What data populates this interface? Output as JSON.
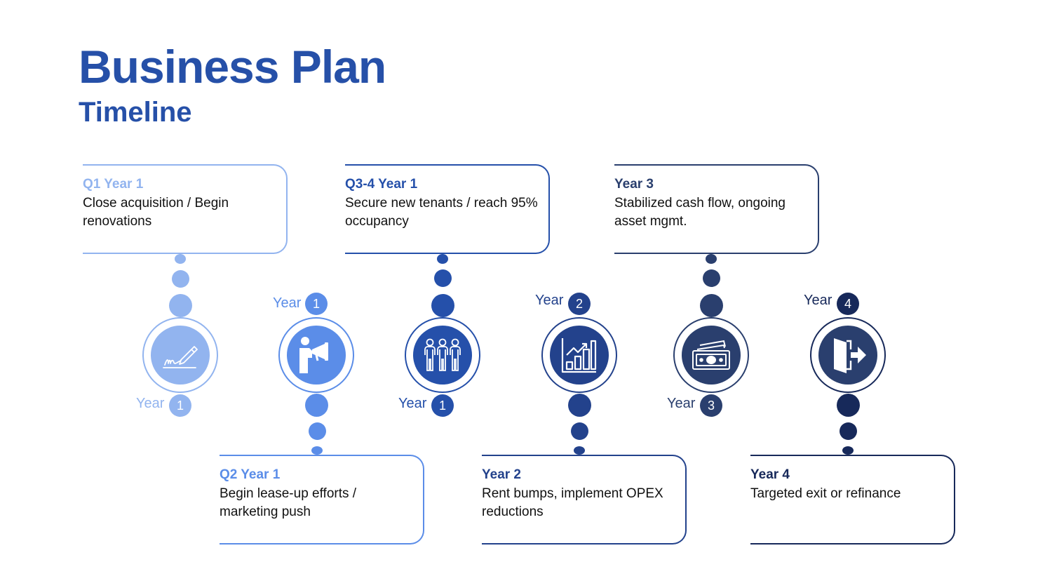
{
  "title": "Business Plan",
  "subtitle": "Timeline",
  "colors": {
    "title": "#2650a8",
    "stage1": "#92b4ef",
    "stage2": "#5b8de8",
    "stage3": "#2550aa",
    "stage4": "#23428c",
    "stage5": "#2a3f6e",
    "stage6": "#17295a"
  },
  "stages": [
    {
      "heading": "Q1 Year 1",
      "text": "Close acquisition / Begin renovations",
      "year_word": "Year",
      "year_num": "1",
      "icon": "signature-pen-icon"
    },
    {
      "heading": "Q2 Year 1",
      "text": "Begin lease-up efforts / marketing push",
      "year_word": "Year",
      "year_num": "1",
      "icon": "megaphone-person-icon"
    },
    {
      "heading": "Q3-4 Year 1",
      "text": "Secure new tenants / reach 95% occupancy",
      "year_word": "Year",
      "year_num": "1",
      "icon": "tenants-group-icon"
    },
    {
      "heading": "Year 2",
      "text": "Rent bumps, implement OPEX reductions",
      "year_word": "Year",
      "year_num": "2",
      "icon": "bar-chart-growth-icon"
    },
    {
      "heading": "Year 3",
      "text": "Stabilized cash flow, ongoing asset mgmt.",
      "year_word": "Year",
      "year_num": "3",
      "icon": "cash-money-icon"
    },
    {
      "heading": "Year 4",
      "text": "Targeted exit or refinance",
      "year_word": "Year",
      "year_num": "4",
      "icon": "exit-door-icon"
    }
  ]
}
